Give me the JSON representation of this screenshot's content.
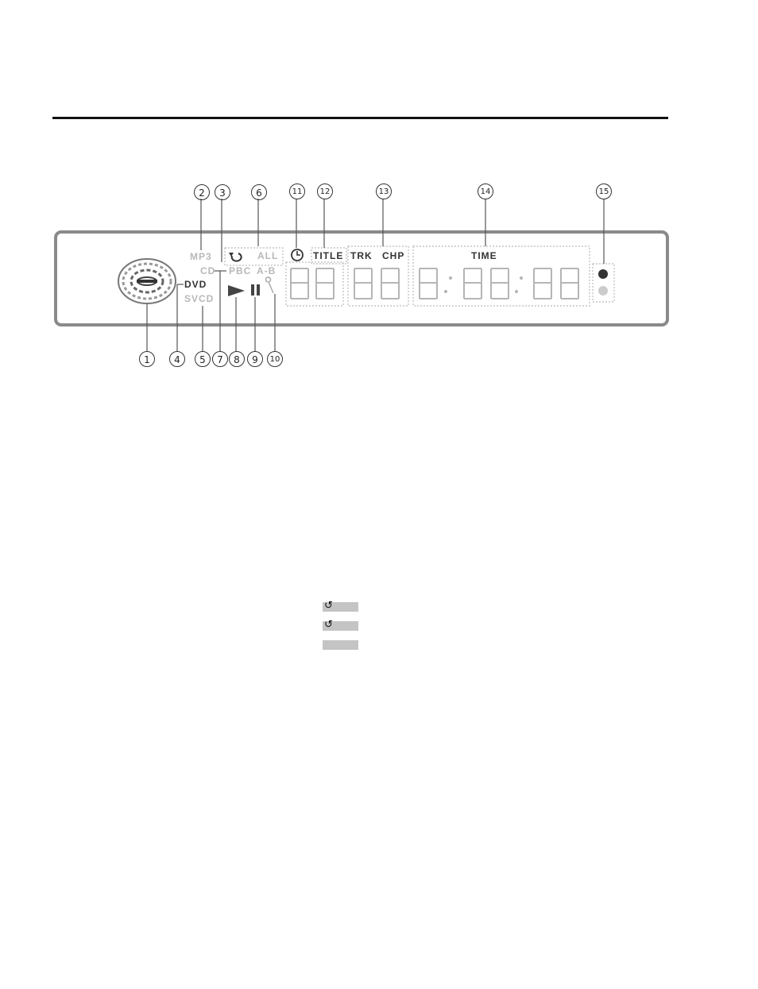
{
  "display": {
    "callouts": [
      "1",
      "2",
      "3",
      "4",
      "5",
      "6",
      "7",
      "8",
      "9",
      "10",
      "11",
      "12",
      "13",
      "14",
      "15"
    ],
    "labels": {
      "mp3": "MP3",
      "cd": "CD",
      "dvd": "DVD",
      "svcd": "SVCD",
      "pbc": "PBC",
      "ab": "A-B",
      "all": "ALL",
      "title": "TITLE",
      "trk": "TRK",
      "chp": "CHP",
      "time": "TIME"
    },
    "icons": [
      "disc-icon",
      "repeat-icon",
      "play-icon",
      "pause-icon",
      "clock-icon",
      "indicator-dots"
    ]
  },
  "legend_rows": [
    {
      "icon": "repeat-one-icon",
      "glyph": "↺"
    },
    {
      "icon": "repeat-icon",
      "glyph": "↺"
    },
    {
      "icon": "blank",
      "glyph": ""
    }
  ]
}
